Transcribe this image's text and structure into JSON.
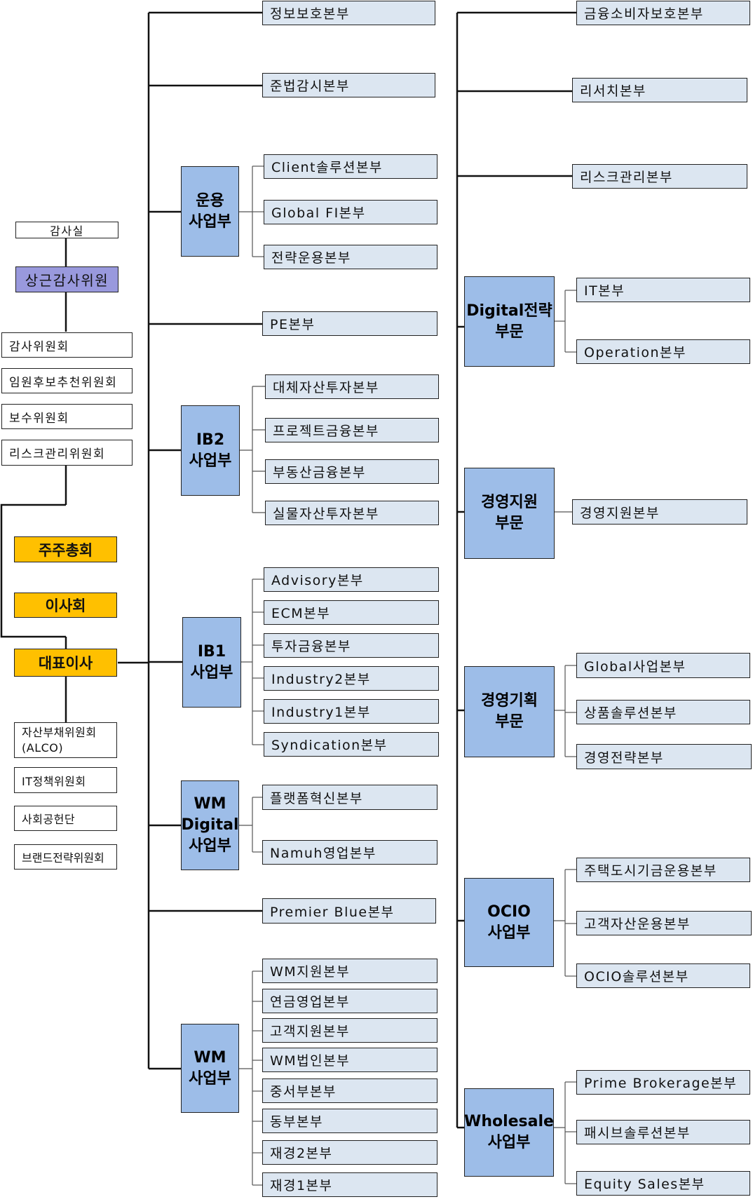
{
  "top": {
    "audit_office": "감사실",
    "standing_auditor": "상근감사위원",
    "audit_committee": "감사위원회",
    "nomination_committee": "임원후보추천위원회",
    "compensation_committee": "보수위원회",
    "risk_committee": "리스크관리위원회",
    "shareholders": "주주총회",
    "board": "이사회",
    "ceo": "대표이사",
    "alco": "자산부채위원회\n(ALCO)",
    "it_policy": "IT정책위원회",
    "social": "사회공헌단",
    "brand": "브랜드전략위원회"
  },
  "middle": {
    "info_security": "정보보호본부",
    "compliance": "준법감시본부",
    "pe": "PE본부",
    "premier_blue": "Premier Blue본부",
    "asset_mgmt": {
      "name": "운용\n사업부",
      "units": [
        "Client솔루션본부",
        "Global FI본부",
        "전략운용본부"
      ]
    },
    "ib2": {
      "name": "IB2\n사업부",
      "units": [
        "대체자산투자본부",
        "프로젝트금융본부",
        "부동산금융본부",
        "실물자산투자본부"
      ]
    },
    "ib1": {
      "name": "IB1\n사업부",
      "units": [
        "Advisory본부",
        "ECM본부",
        "투자금융본부",
        "Industry2본부",
        "Industry1본부",
        "Syndication본부"
      ]
    },
    "wm_digital": {
      "name": "WM\nDigital\n사업부",
      "units": [
        "플랫폼혁신본부",
        "Namuh영업본부"
      ]
    },
    "wm": {
      "name": "WM\n사업부",
      "units": [
        "WM지원본부",
        "연금영업본부",
        "고객지원본부",
        "WM법인본부",
        "중서부본부",
        "동부본부",
        "재경2본부",
        "재경1본부"
      ]
    }
  },
  "right": {
    "consumer_protection": "금융소비자보호본부",
    "research": "리서치본부",
    "risk_mgmt": "리스크관리본부",
    "digital": {
      "name": "Digital전략\n부문",
      "units": [
        "IT본부",
        "Operation본부"
      ]
    },
    "mgmt_support": {
      "name": "경영지원\n부문",
      "units": [
        "경영지원본부"
      ]
    },
    "mgmt_planning": {
      "name": "경영기획\n부문",
      "units": [
        "Global사업본부",
        "상품솔루션본부",
        "경영전략본부"
      ]
    },
    "ocio": {
      "name": "OCIO\n사업부",
      "units": [
        "주택도시기금운용본부",
        "고객자산운용본부",
        "OCIO솔루션본부"
      ]
    },
    "wholesale": {
      "name": "Wholesale\n사업부",
      "units": [
        "Prime Brokerage본부",
        "패시브솔루션본부",
        "Equity Sales본부"
      ]
    }
  }
}
